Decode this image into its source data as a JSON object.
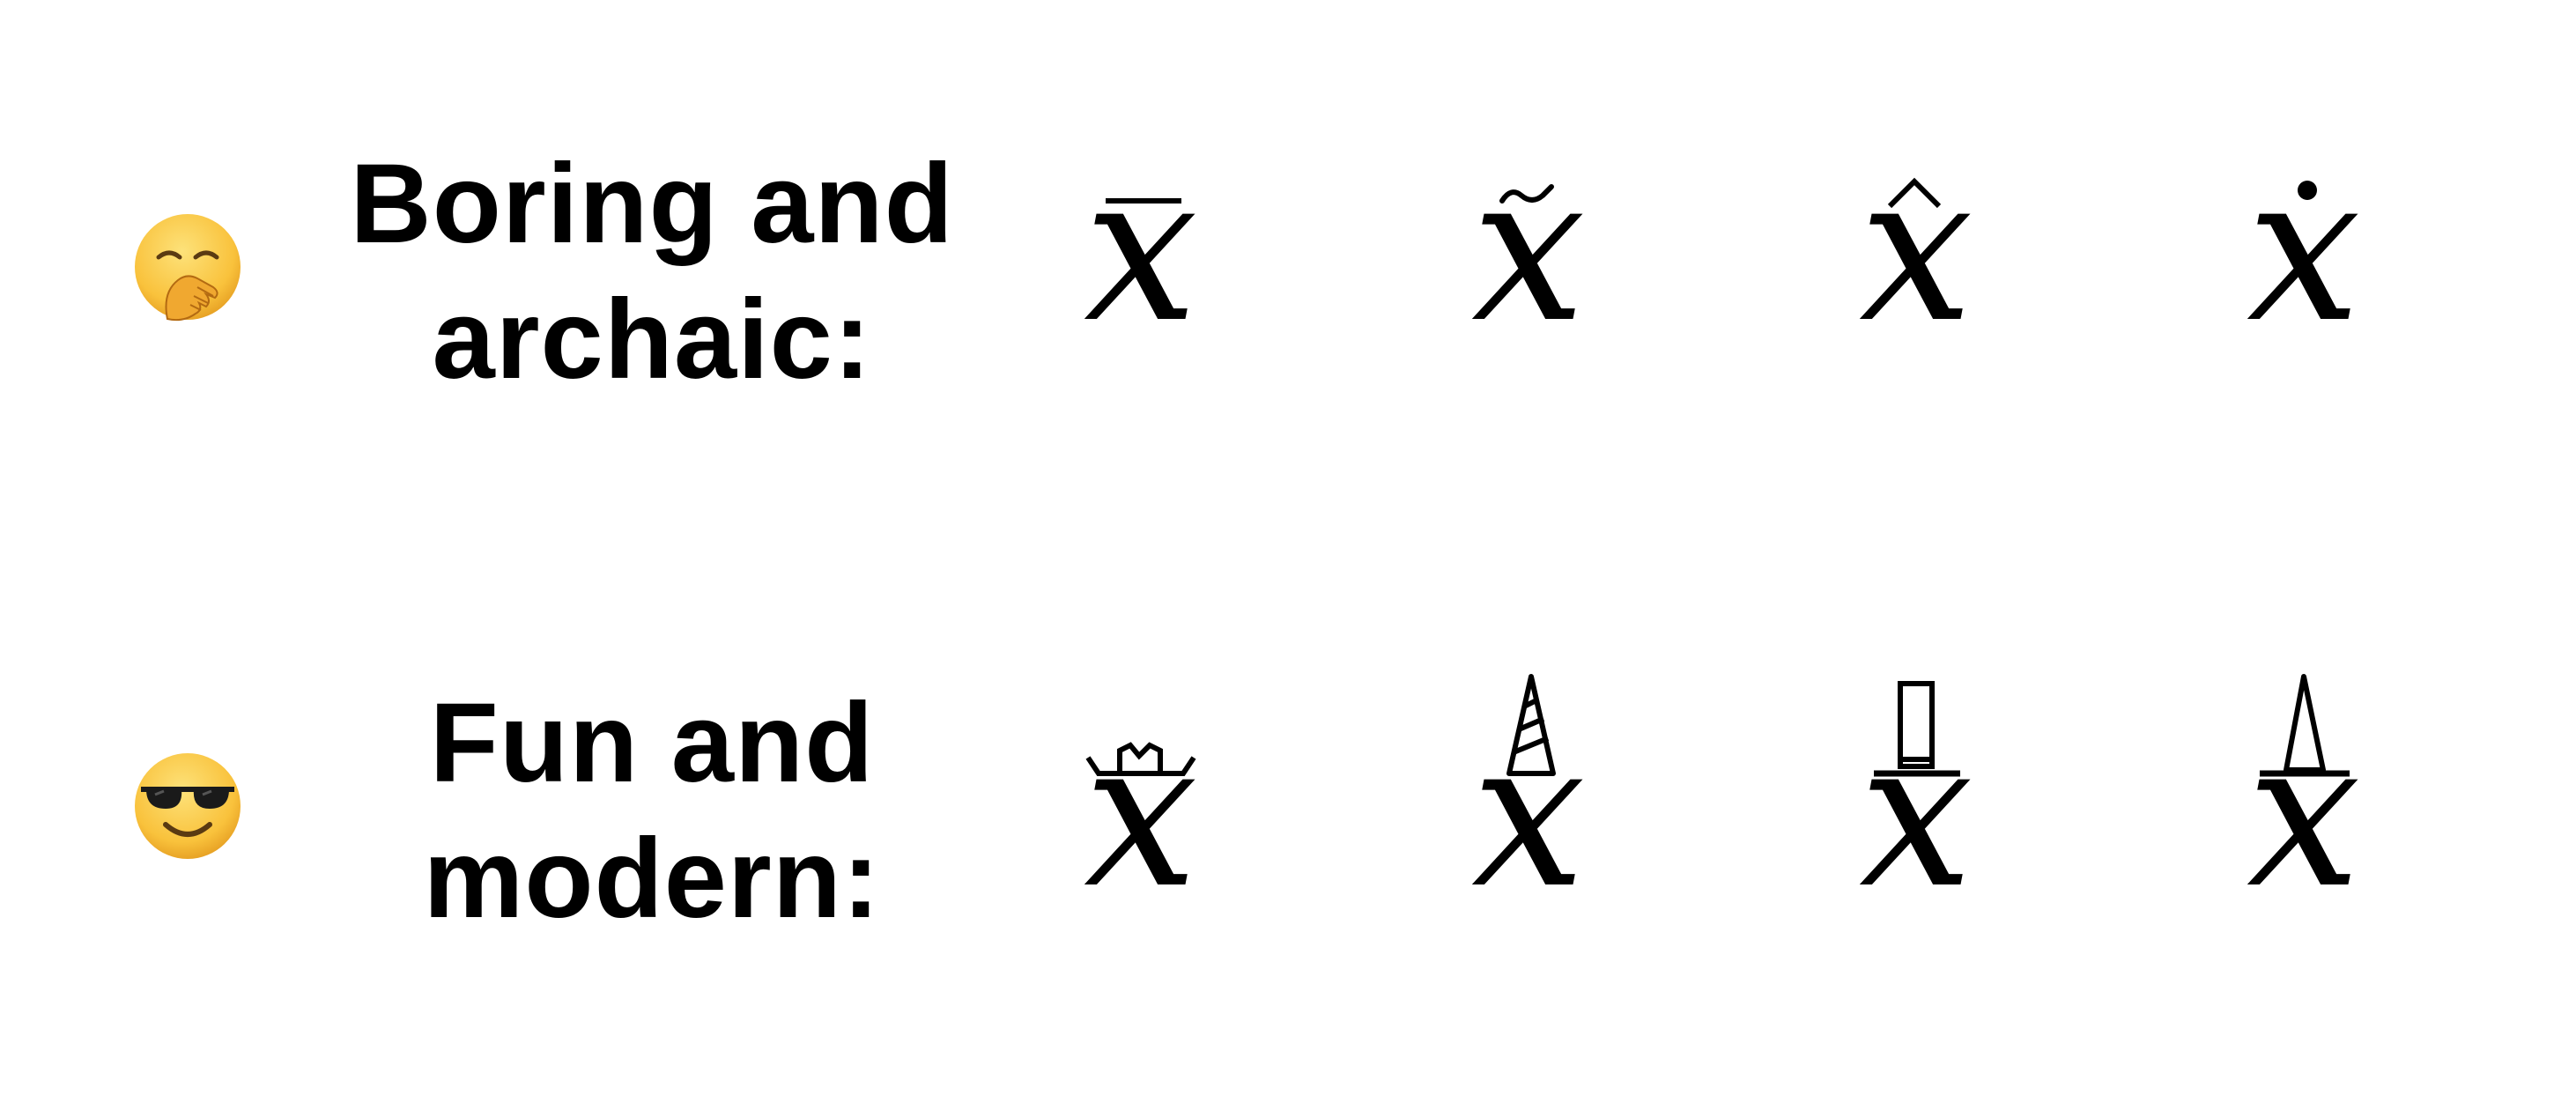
{
  "rows": [
    {
      "id": "boring",
      "emoji": "yawning-face-emoji",
      "label_line1": "Boring and",
      "label_line2": "archaic:",
      "symbols": [
        {
          "variable": "x",
          "accent": "bar"
        },
        {
          "variable": "x",
          "accent": "tilde"
        },
        {
          "variable": "x",
          "accent": "hat"
        },
        {
          "variable": "x",
          "accent": "dot"
        }
      ]
    },
    {
      "id": "fun",
      "emoji": "smiling-face-with-sunglasses-emoji",
      "label_line1": "Fun and",
      "label_line2": "modern:",
      "symbols": [
        {
          "variable": "x",
          "accent": "crown"
        },
        {
          "variable": "x",
          "accent": "party-hat"
        },
        {
          "variable": "x",
          "accent": "top-hat"
        },
        {
          "variable": "x",
          "accent": "witch-hat"
        }
      ]
    }
  ],
  "colors": {
    "ink": "#000000",
    "background": "#ffffff",
    "emoji_face": "#f9c23c",
    "emoji_shade": "#e39a1f"
  }
}
